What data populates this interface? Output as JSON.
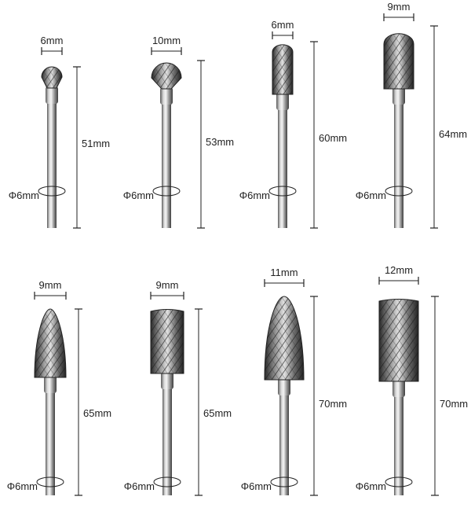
{
  "bits": [
    {
      "head_width": "6mm",
      "length": "51mm",
      "shank": "Φ6mm",
      "shape": "ball"
    },
    {
      "head_width": "10mm",
      "length": "53mm",
      "shank": "Φ6mm",
      "shape": "ball"
    },
    {
      "head_width": "6mm",
      "length": "60mm",
      "shank": "Φ6mm",
      "shape": "cylinder-round"
    },
    {
      "head_width": "9mm",
      "length": "64mm",
      "shank": "Φ6mm",
      "shape": "cylinder-round"
    },
    {
      "head_width": "9mm",
      "length": "65mm",
      "shank": "Φ6mm",
      "shape": "flame"
    },
    {
      "head_width": "9mm",
      "length": "65mm",
      "shank": "Φ6mm",
      "shape": "cylinder"
    },
    {
      "head_width": "11mm",
      "length": "70mm",
      "shank": "Φ6mm",
      "shape": "tree"
    },
    {
      "head_width": "12mm",
      "length": "70mm",
      "shank": "Φ6mm",
      "shape": "cylinder"
    }
  ]
}
